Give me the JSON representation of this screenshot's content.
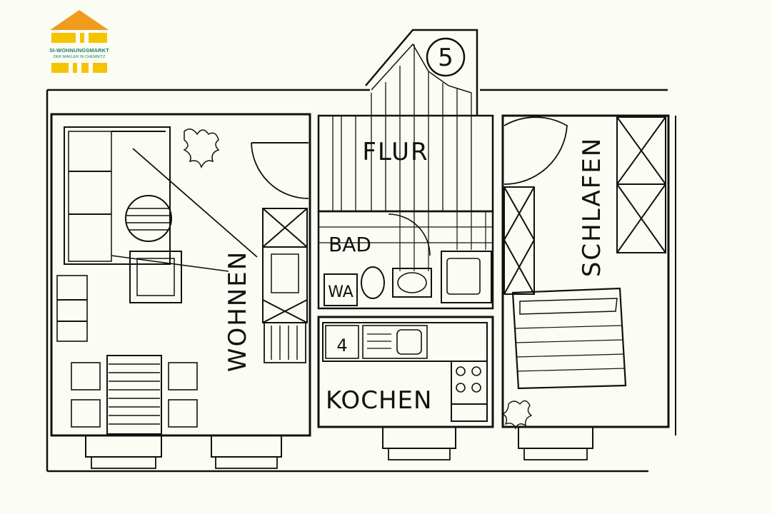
{
  "logo": {
    "name": "SI-WOHNUNGSMARKT",
    "tagline": "DER MAKLER IN CHEMNITZ",
    "roof_color": "#f09a1e",
    "bar_color": "#f5c400",
    "text_color": "#1e7f6e"
  },
  "floorplan": {
    "staircase_number": "5",
    "rooms": {
      "wohnen": "WOHNEN",
      "flur": "FLUR",
      "bad": "BAD",
      "wa": "WA",
      "kochen": "KOCHEN",
      "schlafen": "SCHLAFEN"
    },
    "stove_label": "4"
  }
}
